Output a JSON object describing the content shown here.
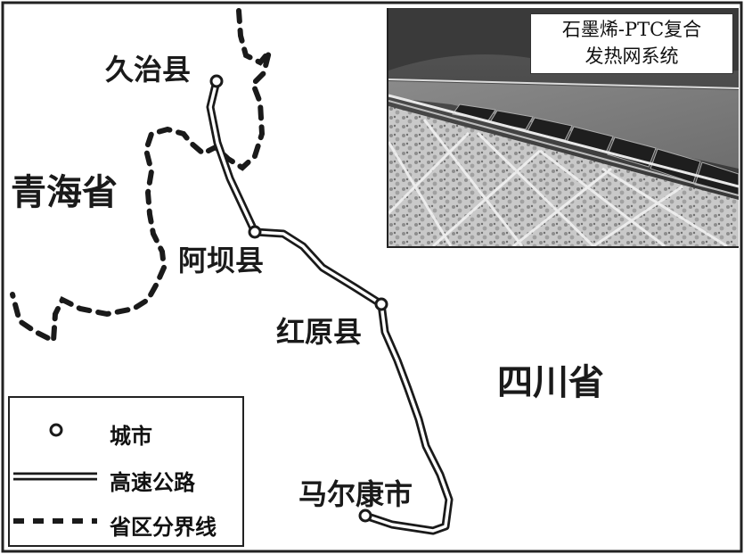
{
  "map": {
    "provinces": {
      "qinghai": "青海省",
      "sichuan": "四川省"
    },
    "cities": {
      "jiuzhi": "久治县",
      "aba": "阿坝县",
      "hongyuan": "红原县",
      "maerkang": "马尔康市"
    },
    "photo_caption": {
      "line1": "石墨烯-PTC复合",
      "line2": "发热网系统"
    },
    "legend": {
      "city": "城市",
      "highway": "高速公路",
      "boundary": "省区分界线"
    },
    "colors": {
      "ink": "#1a1a1a",
      "background": "#ffffff"
    }
  }
}
